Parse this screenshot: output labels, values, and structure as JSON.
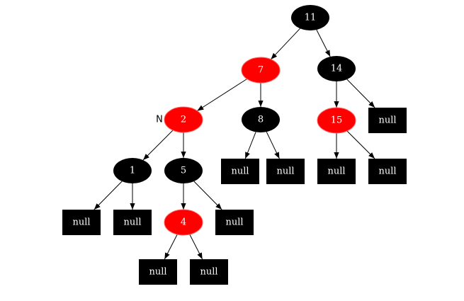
{
  "colors": {
    "black": "#000000",
    "red": "#ff0000",
    "text": "#ffffff",
    "edge": "#000000"
  },
  "nodes": [
    {
      "id": "n11",
      "label": "11",
      "color": "black",
      "kind": "node"
    },
    {
      "id": "n7",
      "label": "7",
      "color": "red",
      "kind": "node"
    },
    {
      "id": "n14",
      "label": "14",
      "color": "black",
      "kind": "node"
    },
    {
      "id": "n2",
      "label": "2",
      "color": "red",
      "kind": "node",
      "marker": "N"
    },
    {
      "id": "n8",
      "label": "8",
      "color": "black",
      "kind": "node"
    },
    {
      "id": "n15",
      "label": "15",
      "color": "red",
      "kind": "node"
    },
    {
      "id": "null14",
      "label": "null",
      "color": "black",
      "kind": "null"
    },
    {
      "id": "n1",
      "label": "1",
      "color": "black",
      "kind": "node"
    },
    {
      "id": "n5",
      "label": "5",
      "color": "black",
      "kind": "node"
    },
    {
      "id": "null8a",
      "label": "null",
      "color": "black",
      "kind": "null"
    },
    {
      "id": "null8b",
      "label": "null",
      "color": "black",
      "kind": "null"
    },
    {
      "id": "null15a",
      "label": "null",
      "color": "black",
      "kind": "null"
    },
    {
      "id": "null15b",
      "label": "null",
      "color": "black",
      "kind": "null"
    },
    {
      "id": "null1a",
      "label": "null",
      "color": "black",
      "kind": "null"
    },
    {
      "id": "null1b",
      "label": "null",
      "color": "black",
      "kind": "null"
    },
    {
      "id": "n4",
      "label": "4",
      "color": "red",
      "kind": "node"
    },
    {
      "id": "null5",
      "label": "null",
      "color": "black",
      "kind": "null"
    },
    {
      "id": "null4a",
      "label": "null",
      "color": "black",
      "kind": "null"
    },
    {
      "id": "null4b",
      "label": "null",
      "color": "black",
      "kind": "null"
    }
  ],
  "edges": [
    [
      "n11",
      "n7"
    ],
    [
      "n11",
      "n14"
    ],
    [
      "n7",
      "n2"
    ],
    [
      "n7",
      "n8"
    ],
    [
      "n14",
      "n15"
    ],
    [
      "n14",
      "null14"
    ],
    [
      "n2",
      "n1"
    ],
    [
      "n2",
      "n5"
    ],
    [
      "n8",
      "null8a"
    ],
    [
      "n8",
      "null8b"
    ],
    [
      "n15",
      "null15a"
    ],
    [
      "n15",
      "null15b"
    ],
    [
      "n1",
      "null1a"
    ],
    [
      "n1",
      "null1b"
    ],
    [
      "n5",
      "n4"
    ],
    [
      "n5",
      "null5"
    ],
    [
      "n4",
      "null4a"
    ],
    [
      "n4",
      "null4b"
    ]
  ]
}
